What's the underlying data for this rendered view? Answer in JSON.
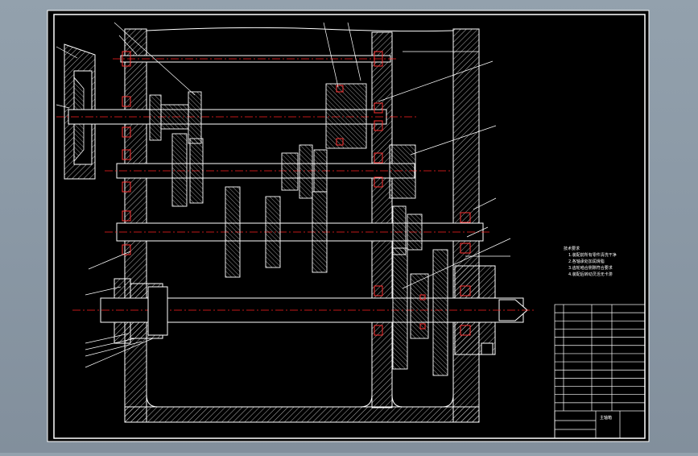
{
  "drawing": {
    "background_color": "#000000",
    "viewport_color": "#8f9ca8",
    "frame_color": "#ffffff",
    "centerline_color": "#ff2020",
    "highlight_color": "#ff3030",
    "hatch_color": "#ffffff",
    "leader_color": "#ffffff"
  },
  "notes": {
    "heading": "技术要求",
    "lines": [
      "1.装配前所有零件清洗干净",
      "2.各轴承处加润滑脂",
      "3.齿轮啮合侧隙符合要求",
      "4.装配后转动灵活无卡滞"
    ]
  },
  "title_block": {
    "drawing_title": "主轴箱",
    "parts_rows": 13
  }
}
